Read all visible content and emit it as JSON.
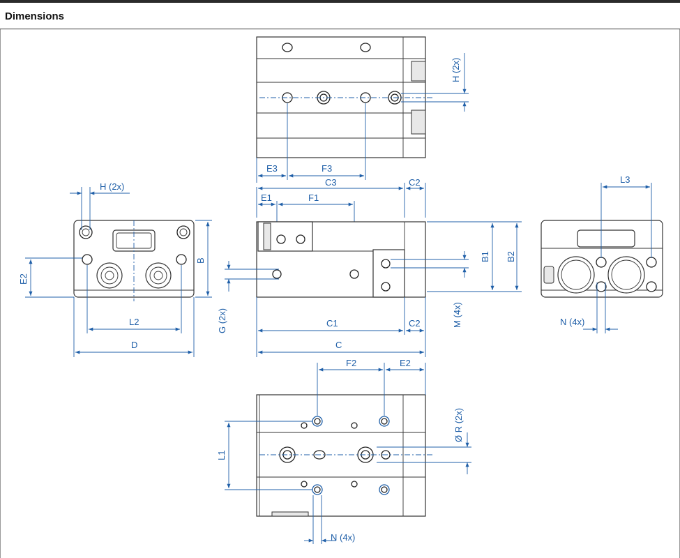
{
  "header": {
    "title": "Dimensions"
  },
  "labels": {
    "h2x_top": "H (2x)",
    "e3": "E3",
    "f3": "F3",
    "c3": "C3",
    "c2_top": "C2",
    "e1": "E1",
    "f1": "F1",
    "h2x_left": "H (2x)",
    "e2_left": "E2",
    "b": "B",
    "l2": "L2",
    "d": "D",
    "g2x": "G (2x)",
    "c1": "C1",
    "c2_bottom": "C2",
    "c": "C",
    "b1": "B1",
    "b2": "B2",
    "m4x": "M (4x)",
    "l3": "L3",
    "n4x_right": "N (4x)",
    "f2": "F2",
    "e2_bottom": "E2",
    "l1": "L1",
    "r2x": "Ø R (2x)",
    "n4x_bottom": "N (4x)"
  }
}
